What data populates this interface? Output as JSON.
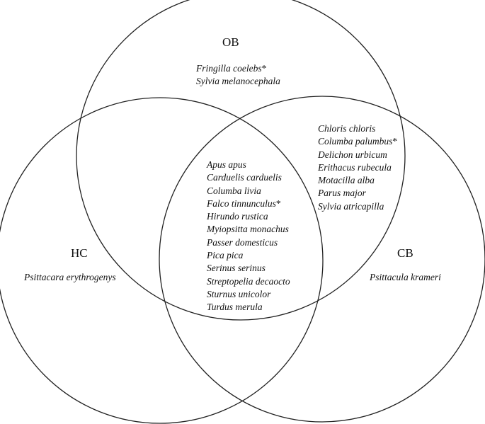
{
  "sets": {
    "ob": {
      "label": "OB",
      "species": [
        {
          "name": "Fringilla coelebs",
          "mark": "*"
        },
        {
          "name": "Sylvia melanocephala",
          "mark": ""
        }
      ]
    },
    "hc": {
      "label": "HC",
      "species": [
        {
          "name": "Psittacara erythrogenys",
          "mark": ""
        }
      ]
    },
    "cb": {
      "label": "CB",
      "species": [
        {
          "name": "Psittacula krameri",
          "mark": ""
        }
      ]
    }
  },
  "overlaps": {
    "ob_cb": {
      "species": [
        {
          "name": "Chloris chloris",
          "mark": ""
        },
        {
          "name": "Columba palumbus",
          "mark": "*"
        },
        {
          "name": "Delichon urbicum",
          "mark": ""
        },
        {
          "name": "Erithacus rubecula",
          "mark": ""
        },
        {
          "name": "Motacilla alba",
          "mark": ""
        },
        {
          "name": "Parus major",
          "mark": ""
        },
        {
          "name": "Sylvia atricapilla",
          "mark": ""
        }
      ]
    },
    "all": {
      "species": [
        {
          "name": "Apus apus",
          "mark": ""
        },
        {
          "name": "Carduelis carduelis",
          "mark": ""
        },
        {
          "name": "Columba livia",
          "mark": ""
        },
        {
          "name": "Falco tinnunculus",
          "mark": "*"
        },
        {
          "name": "Hirundo rustica",
          "mark": ""
        },
        {
          "name": "Myiopsitta monachus",
          "mark": ""
        },
        {
          "name": "Passer domesticus",
          "mark": ""
        },
        {
          "name": "Pica pica",
          "mark": ""
        },
        {
          "name": "Serinus serinus",
          "mark": ""
        },
        {
          "name": "Streptopelia decaocto",
          "mark": ""
        },
        {
          "name": "Sturnus unicolor",
          "mark": ""
        },
        {
          "name": "Turdus merula",
          "mark": ""
        }
      ]
    }
  },
  "colors": {
    "stroke": "#222222",
    "text": "#111111",
    "background": "#ffffff"
  }
}
